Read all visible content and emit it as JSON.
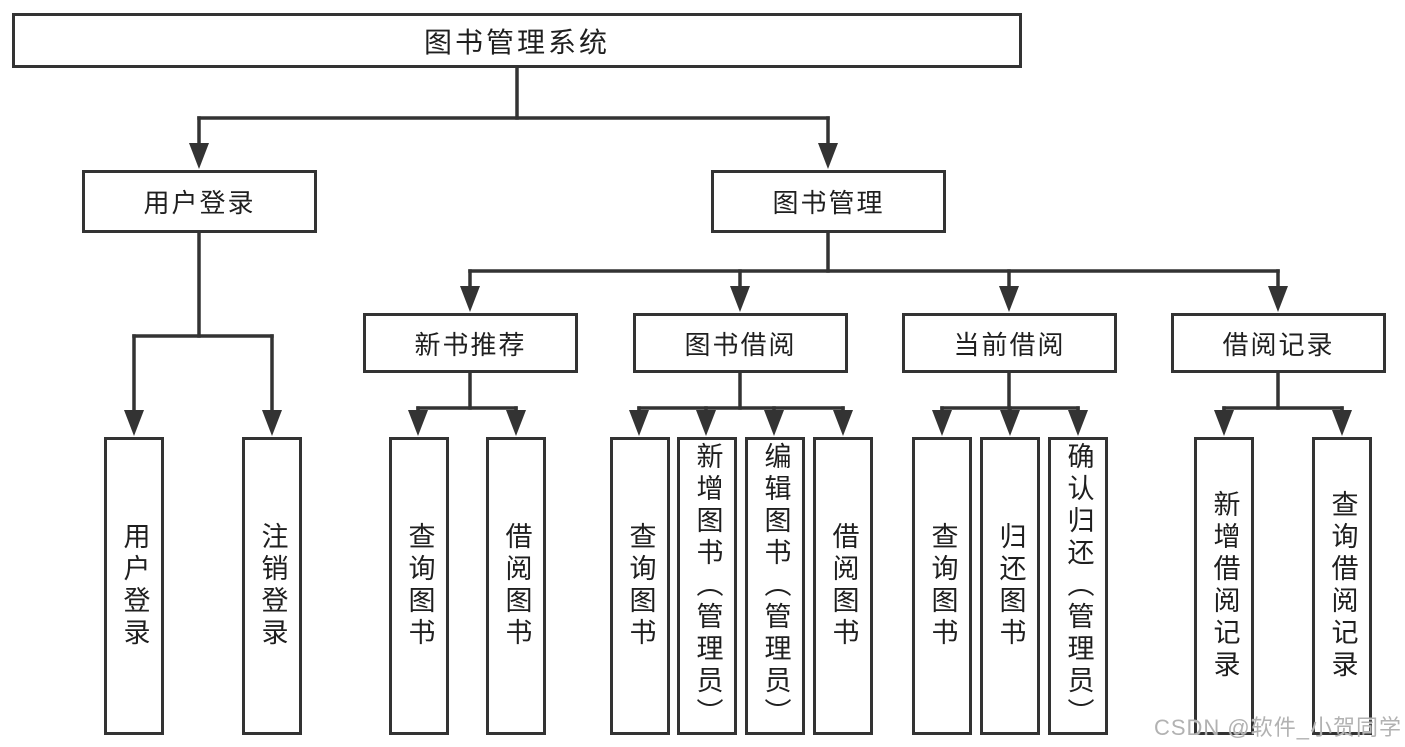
{
  "diagram": {
    "title": "图书管理系统",
    "watermark": "CSDN @软件_小贺同学",
    "colors": {
      "line": "#333333",
      "box_border": "#333333",
      "text": "#1f1f1f",
      "watermark": "#b2b2b2",
      "background": "#ffffff"
    },
    "tree": {
      "root": {
        "label": "图书管理系统"
      },
      "level2": [
        {
          "label": "用户登录",
          "parent": "图书管理系统"
        },
        {
          "label": "图书管理",
          "parent": "图书管理系统"
        }
      ],
      "level3": [
        {
          "label": "新书推荐",
          "parent": "图书管理"
        },
        {
          "label": "图书借阅",
          "parent": "图书管理"
        },
        {
          "label": "当前借阅",
          "parent": "图书管理"
        },
        {
          "label": "借阅记录",
          "parent": "图书管理"
        }
      ],
      "leaves": [
        {
          "label": "用户登录",
          "parent": "用户登录"
        },
        {
          "label": "注销登录",
          "parent": "用户登录"
        },
        {
          "label": "查询图书",
          "parent": "新书推荐"
        },
        {
          "label": "借阅图书",
          "parent": "新书推荐"
        },
        {
          "label": "查询图书",
          "parent": "图书借阅"
        },
        {
          "label": "新增图书（管理员）",
          "parent": "图书借阅"
        },
        {
          "label": "编辑图书（管理员）",
          "parent": "图书借阅"
        },
        {
          "label": "借阅图书",
          "parent": "图书借阅"
        },
        {
          "label": "查询图书",
          "parent": "当前借阅"
        },
        {
          "label": "归还图书",
          "parent": "当前借阅"
        },
        {
          "label": "确认归还（管理员）",
          "parent": "当前借阅"
        },
        {
          "label": "新增借阅记录",
          "parent": "借阅记录"
        },
        {
          "label": "查询借阅记录",
          "parent": "借阅记录"
        }
      ]
    }
  }
}
